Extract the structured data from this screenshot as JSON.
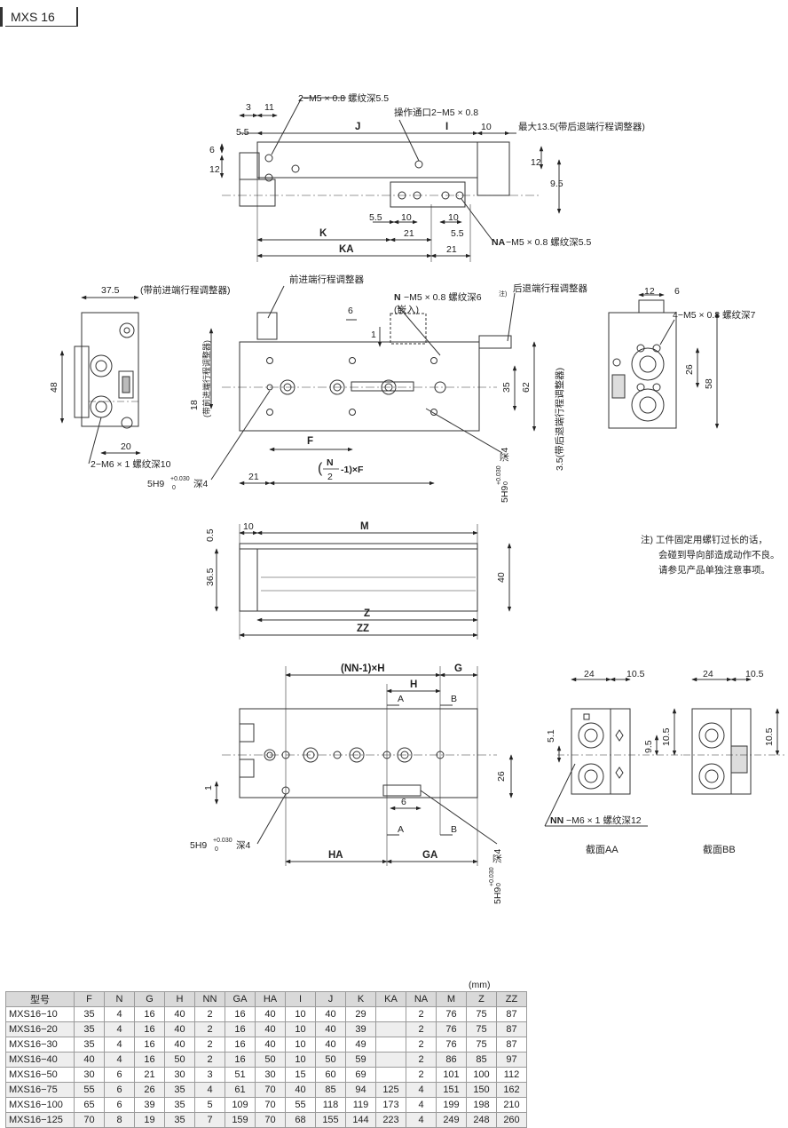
{
  "header": {
    "model_tab": "MXS 16"
  },
  "top_view": {
    "labels": {
      "dim_3": "3",
      "dim_11": "11",
      "dim_5_5": "5.5",
      "dim_6": "6",
      "dim_12": "12",
      "thread_top": "2−M5 × 0.8 螺纹深5.5",
      "port_label": "操作通口2−M5 × 0.8",
      "dim_J": "J",
      "dim_I": "I",
      "dim_10": "10",
      "max_stroke": "最大13.5(带后退端行程调整器)",
      "dim_12_right": "12",
      "dim_9_5": "9.5",
      "dim_5_5_b": "5.5",
      "dim_10_b1": "10",
      "dim_10_b2": "10",
      "dim_K": "K",
      "dim_21_a": "21",
      "dim_5_5_c": "5.5",
      "dim_KA": "KA",
      "dim_21_b": "21",
      "na_thread_bold": "NA",
      "na_thread_rest": "−M5 × 0.8 螺纹深5.5"
    }
  },
  "middle_view": {
    "labels": {
      "dim_37_5": "37.5",
      "front_adjuster_paren": "(带前进端行程调整器)",
      "front_adjuster": "前进端行程调整器",
      "n_thread_bold": "N",
      "n_thread_rest": "−M5 × 0.8 螺纹深6",
      "note_mark": "注)",
      "insert": "(嵌入)",
      "rear_adjuster": "后退端行程调整器",
      "dim_6": "6",
      "dim_1": "1",
      "dim_48": "48",
      "dim_20": "20",
      "thread_m6": "2−M6 × 1 螺纹深10",
      "dim_18": "18",
      "front_adjuster_vertical": "(带前进端行程调整器)",
      "dim_F": "F",
      "formula_n": "N",
      "formula_2": "2",
      "formula_rest": "-1)×F",
      "pin_hole": "5H9",
      "tol_plus": "+0.030",
      "tol_zero": "0",
      "depth_4": "深4",
      "dim_21": "21",
      "dim_35": "35",
      "dim_62": "62",
      "rear_adjuster_vertical": "3.5(带后退端行程调整器)",
      "dim_12_r": "12",
      "dim_6_r": "6",
      "thread_m4": "4−M5 × 0.8 螺纹深7",
      "dim_26": "26",
      "dim_58": "58"
    }
  },
  "side_view": {
    "labels": {
      "dim_0_5": "0.5",
      "dim_10": "10",
      "dim_M": "M",
      "dim_36_5": "36.5",
      "dim_40": "40",
      "dim_Z": "Z",
      "dim_ZZ": "ZZ"
    }
  },
  "note": {
    "line1": "注) 工件固定用螺钉过长的话，",
    "line2": "会碰到导向部造成动作不良。",
    "line3": "请参见产品单独注意事项。"
  },
  "bottom_view": {
    "labels": {
      "formula_nn": "(NN-1)×H",
      "dim_G": "G",
      "dim_H": "H",
      "dim_A": "A",
      "dim_B": "B",
      "dim_26": "26",
      "dim_1": "1",
      "dim_6": "6",
      "dim_A2": "A",
      "dim_B2": "B",
      "dim_HA": "HA",
      "dim_GA": "GA",
      "pin_hole": "5H9",
      "tol_plus": "+0.030",
      "tol_zero": "0",
      "depth_4": "深4",
      "dim_24_a": "24",
      "dim_10_5_a": "10.5",
      "dim_5_1": "5.1",
      "dim_9_5": "9.5",
      "dim_10_5_v": "10.5",
      "dim_24_b": "24",
      "dim_10_5_b": "10.5",
      "dim_10_5_v2": "10.5",
      "nn_thread_bold": "NN",
      "nn_thread_rest": "−M6 × 1 螺纹深12",
      "section_aa": "截面AA",
      "section_bb": "截面BB"
    }
  },
  "table": {
    "unit": "(mm)",
    "headers": [
      "型号",
      "F",
      "N",
      "G",
      "H",
      "NN",
      "GA",
      "HA",
      "I",
      "J",
      "K",
      "KA",
      "NA",
      "M",
      "Z",
      "ZZ"
    ],
    "rows": [
      [
        "MXS16−10",
        "35",
        "4",
        "16",
        "40",
        "2",
        "16",
        "40",
        "10",
        "40",
        "29",
        "",
        "2",
        "76",
        "75",
        "87"
      ],
      [
        "MXS16−20",
        "35",
        "4",
        "16",
        "40",
        "2",
        "16",
        "40",
        "10",
        "40",
        "39",
        "",
        "2",
        "76",
        "75",
        "87"
      ],
      [
        "MXS16−30",
        "35",
        "4",
        "16",
        "40",
        "2",
        "16",
        "40",
        "10",
        "40",
        "49",
        "",
        "2",
        "76",
        "75",
        "87"
      ],
      [
        "MXS16−40",
        "40",
        "4",
        "16",
        "50",
        "2",
        "16",
        "50",
        "10",
        "50",
        "59",
        "",
        "2",
        "86",
        "85",
        "97"
      ],
      [
        "MXS16−50",
        "30",
        "6",
        "21",
        "30",
        "3",
        "51",
        "30",
        "15",
        "60",
        "69",
        "",
        "2",
        "101",
        "100",
        "112"
      ],
      [
        "MXS16−75",
        "55",
        "6",
        "26",
        "35",
        "4",
        "61",
        "70",
        "40",
        "85",
        "94",
        "125",
        "4",
        "151",
        "150",
        "162"
      ],
      [
        "MXS16−100",
        "65",
        "6",
        "39",
        "35",
        "5",
        "109",
        "70",
        "55",
        "118",
        "119",
        "173",
        "4",
        "199",
        "198",
        "210"
      ],
      [
        "MXS16−125",
        "70",
        "8",
        "19",
        "35",
        "7",
        "159",
        "70",
        "68",
        "155",
        "144",
        "223",
        "4",
        "249",
        "248",
        "260"
      ]
    ]
  }
}
